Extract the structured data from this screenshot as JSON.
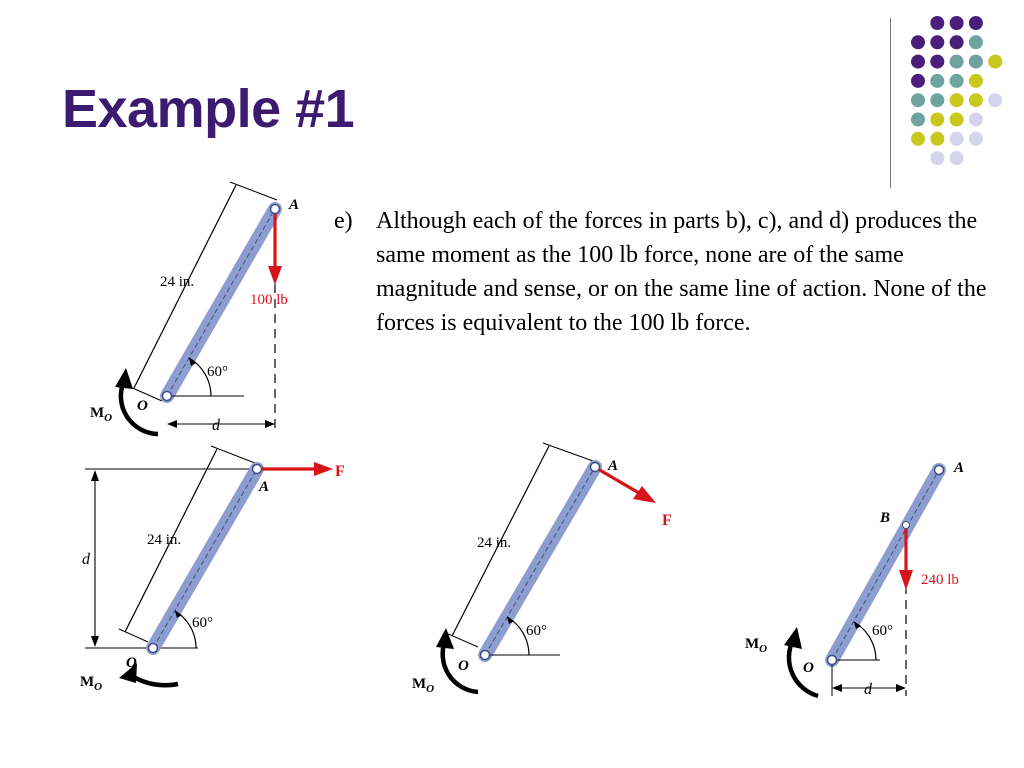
{
  "slide": {
    "title": "Example #1",
    "body_label": "e)",
    "body_text": "Although each of the forces in parts b), c), and d) produces the same moment as the 100 lb force, none are of the same magnitude and sense, or on the same line of action.  None of the forces is equivalent to the 100 lb force."
  },
  "colors": {
    "title": "#3b1a70",
    "force_arrow": "#d8141b",
    "lever_fill": "#8d9dd0",
    "lever_edge": "#3f4f86",
    "dot_purple": "#4a1e7a",
    "dot_teal": "#6fa3a0",
    "dot_yellow": "#c8c81e",
    "dot_lavender": "#d4d4ec"
  },
  "diagrams": {
    "a": {
      "length": "24 in.",
      "angle": "60°",
      "force": "100 lb",
      "point_a": "A",
      "point_o": "O",
      "moment_m": "M",
      "moment_sub": "O",
      "distance": "d"
    },
    "b": {
      "length": "24 in.",
      "angle": "60°",
      "force": "F",
      "point_a": "A",
      "point_o": "O",
      "moment_m": "M",
      "moment_sub": "O",
      "distance": "d"
    },
    "c": {
      "length": "24 in.",
      "angle": "60°",
      "force": "F",
      "point_a": "A",
      "point_o": "O",
      "moment_m": "M",
      "moment_sub": "O"
    },
    "d": {
      "length_hidden": "",
      "angle": "60°",
      "force": "240 lb",
      "point_a": "A",
      "point_b": "B",
      "point_o": "O",
      "moment_m": "M",
      "moment_sub": "O",
      "distance": "d"
    }
  }
}
